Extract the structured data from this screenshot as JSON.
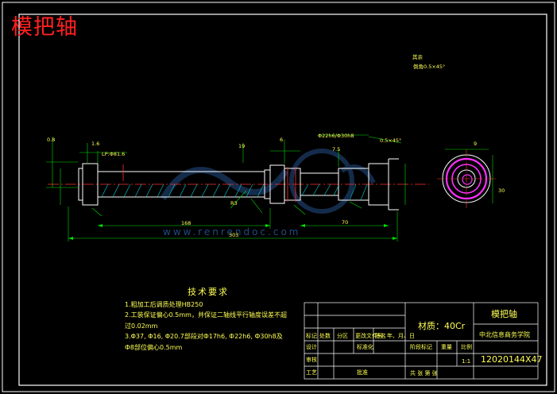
{
  "drawing_title": "模把轴",
  "notes": {
    "heading": "技术要求",
    "items": [
      "1.粗加工后调质处理HB250",
      "2.工装保证偏心0.5mm，并保证二轴线平行轴度误差不超过0.02mm",
      "3.Φ37, Φ16, Φ20.7部段对Ф17h6, Ф22h6, Ф30h8及Ф8部位偏心0.5mm"
    ]
  },
  "title_block": {
    "part_name": "模把轴",
    "material": "材质：40Cr",
    "company": "中北信息商务学院",
    "drawing_no": "12020144X47",
    "scale": "1:1",
    "sheet_total": "共 张 第 张",
    "labels": {
      "mark": "标记",
      "count": "处数",
      "zone": "分区",
      "change_doc": "更改文件号",
      "signature": "签名",
      "date": "年、月、日",
      "design": "设计",
      "standardize": "标准化",
      "stage_mark": "阶段标记",
      "weight": "重量",
      "ratio": "比例",
      "review": "审核",
      "process": "工艺",
      "approve": "批准"
    }
  },
  "dims": {
    "d_lp": "LP:Φ81.6",
    "d_1": "1.6",
    "d_len_main": "168",
    "d_70": "70",
    "d_303": "303",
    "d_tol": "Φ22h6/Φ30h8",
    "d_m": "0.5×45°",
    "d_r": "R3",
    "d_6": "6",
    "d_19": "19",
    "d_7": "7.5",
    "d_09": "0.8",
    "d_ang": "倒角0.5×45°",
    "d_roughness": "其余",
    "d_30": "30",
    "d_9": "9"
  },
  "watermark": "www.renrendoc.com"
}
